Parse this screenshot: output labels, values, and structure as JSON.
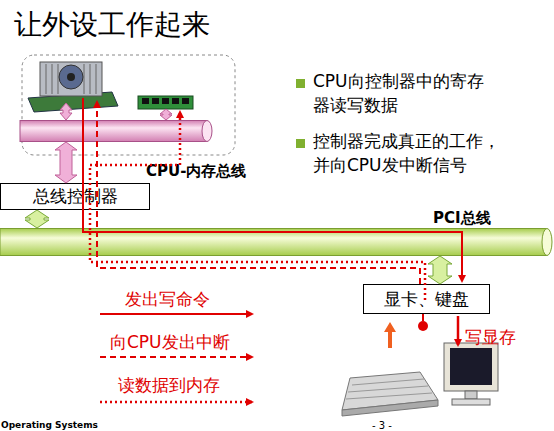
{
  "diagram": {
    "title": "让外设工作起来",
    "nodes": [
      {
        "text": [
          "CPU-内存总线"
        ]
      },
      {
        "text": [
          "总线控制器"
        ]
      },
      {
        "text": [
          "PCI总线"
        ]
      },
      {
        "text": [
          "显卡、键盘"
        ]
      }
    ],
    "edges": [
      {
        "from": 1,
        "to": 0,
        "arrow": "both"
      },
      {
        "from": 1,
        "to": 2,
        "arrow": "both"
      },
      {
        "from": 2,
        "to": 3,
        "arrow": "both"
      }
    ],
    "labels": [
      "CPU向控制器中的寄存 器读写数据",
      "控制器完成真正的工作， 并向CPU发中断信号",
      "写显存",
      "Operating Systems",
      "- 3 -"
    ],
    "legend": [
      {
        "text": "发出写命令"
      },
      {
        "text": "向CPU发出中断"
      },
      {
        "text": "读数据到内存"
      }
    ]
  }
}
